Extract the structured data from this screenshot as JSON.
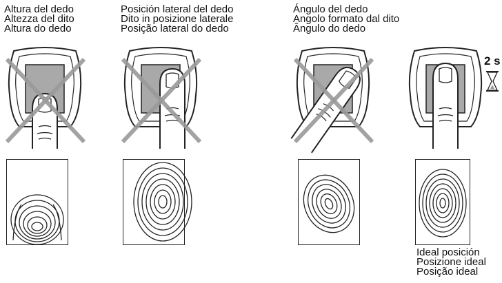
{
  "panels": [
    {
      "caption": [
        "Altura del dedo",
        "Altezza del dito",
        "Altura do dedo"
      ],
      "scanner_icon": "finger-on-sensor-too-low",
      "crossed_out": true,
      "fingerprint_icon": "fingerprint-partial-bottom"
    },
    {
      "caption": [
        "Posición lateral del dedo",
        "Dito in posizione laterale",
        "Posição lateral do dedo"
      ],
      "scanner_icon": "finger-on-sensor-sideways",
      "crossed_out": true,
      "fingerprint_icon": "fingerprint-partial-side"
    },
    {
      "caption": [
        "Ángulo del dedo",
        "Angolo formato dal dito",
        "Ângulo do dedo"
      ],
      "scanner_icon": "finger-on-sensor-angled",
      "crossed_out": true,
      "fingerprint_icon": "fingerprint-angled"
    },
    {
      "caption": [
        "Ideal posición",
        "Posizione ideal",
        "Posição ideal"
      ],
      "scanner_icon": "finger-on-sensor-correct",
      "crossed_out": false,
      "fingerprint_icon": "fingerprint-full",
      "timer_label": "2 s",
      "timer_icon": "hourglass-icon"
    }
  ],
  "colors": {
    "line": "#222222",
    "sensor": "#a9a9a9",
    "cross": "#9a9a9a",
    "finger_fill": "#ffffff"
  }
}
